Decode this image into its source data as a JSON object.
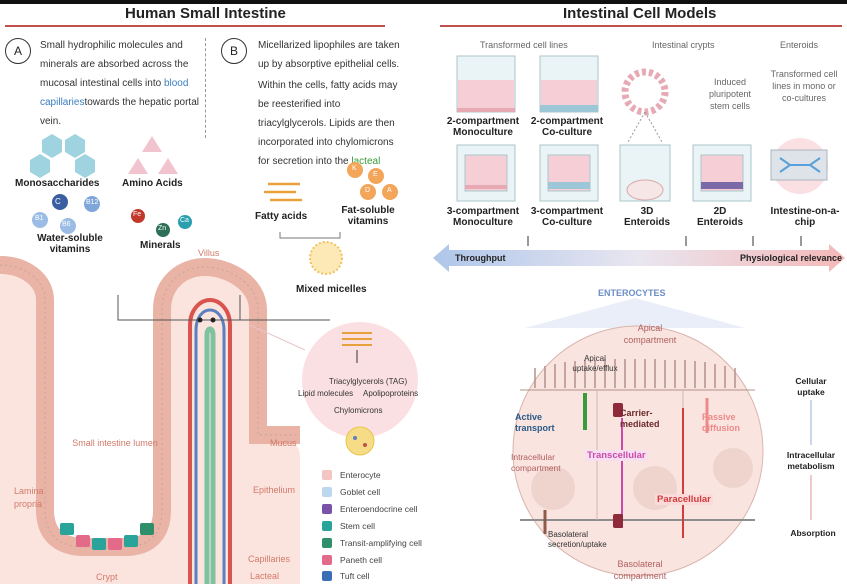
{
  "left": {
    "title": "Human Small Intestine",
    "panel_a": {
      "letter": "A",
      "text_pre": "Small hydrophilic molecules and minerals are absorbed across the mucosal intestinal cells into ",
      "text_link": "blood capillaries",
      "text_post": "towards the hepatic portal vein."
    },
    "panel_b": {
      "letter": "B",
      "text1": "Micellarized lipophiles are taken up by absorptive epithelial cells.",
      "text2_pre": "Within the cells, fatty acids may be reesterified into triacylglycerols. Lipids are then incorporated into chylomicrons for secretion into the ",
      "text2_link": "lacteal"
    },
    "molecules": {
      "monosaccharides": "Monosaccharides",
      "amino_acids": "Amino Acids",
      "water_soluble": "Water-soluble vitamins",
      "minerals": "Minerals",
      "fatty_acids": "Fatty acids",
      "fat_soluble": "Fat-soluble vitamins",
      "mixed_micelles": "Mixed micelles",
      "vitamin_letters": [
        "K",
        "E",
        "D",
        "A"
      ],
      "mineral_symbols": [
        "Fe",
        "Zn",
        "Ca"
      ],
      "b_vitamins": [
        "C",
        "B12",
        "B1",
        "B6"
      ]
    },
    "tissue": {
      "villus": "Villus",
      "lumen": "Small intestine lumen",
      "mucus": "Mucus",
      "epithelium": "Epithelium",
      "lamina_propria": "Lamina propria",
      "crypt": "Crypt",
      "capillaries": "Capillaries",
      "lacteal": "Lacteal"
    },
    "chylo": {
      "tag": "Triacylglycerols (TAG)",
      "lipid": "Lipid molecules",
      "apo": "Apolipoproteins",
      "chylomicrons": "Chylomicrons"
    },
    "legend": [
      {
        "label": "Enterocyte",
        "color": "#f3c6c3"
      },
      {
        "label": "Goblet cell",
        "color": "#bcd8ef"
      },
      {
        "label": "Enteroendocrine cell",
        "color": "#7a52a8"
      },
      {
        "label": "Stem cell",
        "color": "#2aa39a"
      },
      {
        "label": "Transit-amplifying cell",
        "color": "#2f8f6a"
      },
      {
        "label": "Paneth cell",
        "color": "#e46a8a"
      },
      {
        "label": "Tuft cell",
        "color": "#3a6fb6"
      }
    ]
  },
  "right": {
    "title": "Intestinal Cell Models",
    "categories": {
      "transformed": "Transformed cell lines",
      "crypts": "Intestinal crypts",
      "enteroids": "Enteroids"
    },
    "ipsc": "Induced pluripotent stem cells",
    "transformed_note": "Transformed cell lines in mono or co-cultures",
    "models": {
      "m1": "2-compartment Monoculture",
      "m2": "2-compartment Co-culture",
      "m3": "3-compartment Monoculture",
      "m4": "3-compartment Co-culture",
      "m5": "3D Enteroids",
      "m6": "2D Enteroids",
      "m7": "Intestine-on-a-chip"
    },
    "arrow": {
      "left": "Throughput",
      "right": "Physiological relevance"
    },
    "enterocytes": {
      "title": "ENTEROCYTES",
      "apical": "Apical compartment",
      "apical_uptake": "Apical uptake/efflux",
      "active": "Active transport",
      "carrier": "Carrier-mediated",
      "passive": "Passive diffusion",
      "intracellular": "Intracellular compartment",
      "transcellular": "Transcellular",
      "paracellular": "Paracellular",
      "basolateral_sec": "Basolateral secretion/uptake",
      "basolateral": "Basolateral compartment"
    },
    "scale": {
      "cellular": "Cellular uptake",
      "intracellular": "Intracellular metabolism",
      "absorption": "Absorption"
    }
  }
}
